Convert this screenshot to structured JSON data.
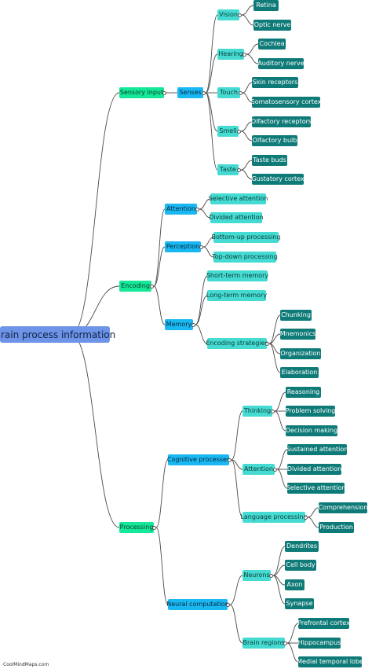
{
  "mindmap": {
    "root": "Brain process information",
    "watermark": "CoolMindMaps.com",
    "colors": {
      "root": "#6e94e8",
      "level1": "#15e898",
      "level2": "#1ab8f3",
      "level3": "#46dbd2",
      "leaf": "#0f7b78",
      "edge": "#4a4a4a"
    },
    "nodes": [
      {
        "id": "root",
        "label": "Brain process information"
      },
      {
        "id": "sensory",
        "label": "Sensory input"
      },
      {
        "id": "senses",
        "label": "Senses"
      },
      {
        "id": "vision",
        "label": "Vision"
      },
      {
        "id": "retina",
        "label": "Retina"
      },
      {
        "id": "optic",
        "label": "Optic nerve"
      },
      {
        "id": "hearing",
        "label": "Hearing"
      },
      {
        "id": "cochlea",
        "label": "Cochlea"
      },
      {
        "id": "auditory",
        "label": "Auditory nerve"
      },
      {
        "id": "touch",
        "label": "Touch"
      },
      {
        "id": "skin",
        "label": "Skin receptors"
      },
      {
        "id": "soma",
        "label": "Somatosensory cortex"
      },
      {
        "id": "smell",
        "label": "Smell"
      },
      {
        "id": "olfrec",
        "label": "Olfactory receptors"
      },
      {
        "id": "olfbulb",
        "label": "Olfactory bulb"
      },
      {
        "id": "taste",
        "label": "Taste"
      },
      {
        "id": "tastebuds",
        "label": "Taste buds"
      },
      {
        "id": "gustatory",
        "label": "Gustatory cortex"
      },
      {
        "id": "encoding",
        "label": "Encoding"
      },
      {
        "id": "attention1",
        "label": "Attention"
      },
      {
        "id": "selatt1",
        "label": "Selective attention"
      },
      {
        "id": "divatt",
        "label": "Divided attention"
      },
      {
        "id": "perception",
        "label": "Perception"
      },
      {
        "id": "bottomup",
        "label": "Bottom-up processing"
      },
      {
        "id": "topdown",
        "label": "Top-down processing"
      },
      {
        "id": "memory",
        "label": "Memory"
      },
      {
        "id": "stm",
        "label": "Short-term memory"
      },
      {
        "id": "ltm",
        "label": "Long-term memory"
      },
      {
        "id": "encstrat",
        "label": "Encoding strategies"
      },
      {
        "id": "chunking",
        "label": "Chunking"
      },
      {
        "id": "mnemonics",
        "label": "Mnemonics"
      },
      {
        "id": "organization",
        "label": "Organization"
      },
      {
        "id": "elaboration",
        "label": "Elaboration"
      },
      {
        "id": "processing",
        "label": "Processing"
      },
      {
        "id": "cogproc",
        "label": "Cognitive processes"
      },
      {
        "id": "thinking",
        "label": "Thinking"
      },
      {
        "id": "reasoning",
        "label": "Reasoning"
      },
      {
        "id": "problem",
        "label": "Problem solving"
      },
      {
        "id": "decision",
        "label": "Decision making"
      },
      {
        "id": "attention2",
        "label": "Attention"
      },
      {
        "id": "sustained",
        "label": "Sustained attention"
      },
      {
        "id": "divided2",
        "label": "Divided attention"
      },
      {
        "id": "selatt2",
        "label": "Selective attention"
      },
      {
        "id": "language",
        "label": "Language processing"
      },
      {
        "id": "comprehension",
        "label": "Comprehension"
      },
      {
        "id": "production",
        "label": "Production"
      },
      {
        "id": "neural",
        "label": "Neural computation"
      },
      {
        "id": "neurons",
        "label": "Neurons"
      },
      {
        "id": "dendrites",
        "label": "Dendrites"
      },
      {
        "id": "cellbody",
        "label": "Cell body"
      },
      {
        "id": "axon",
        "label": "Axon"
      },
      {
        "id": "synapse",
        "label": "Synapse"
      },
      {
        "id": "brainregions",
        "label": "Brain regions"
      },
      {
        "id": "prefrontal",
        "label": "Prefrontal cortex"
      },
      {
        "id": "hippocampus",
        "label": "Hippocampus"
      },
      {
        "id": "medialtemporal",
        "label": "Medial temporal lobe"
      }
    ],
    "edges": [
      [
        "root",
        "sensory"
      ],
      [
        "root",
        "encoding"
      ],
      [
        "root",
        "processing"
      ],
      [
        "sensory",
        "senses"
      ],
      [
        "senses",
        "vision"
      ],
      [
        "senses",
        "hearing"
      ],
      [
        "senses",
        "touch"
      ],
      [
        "senses",
        "smell"
      ],
      [
        "senses",
        "taste"
      ],
      [
        "vision",
        "retina"
      ],
      [
        "vision",
        "optic"
      ],
      [
        "hearing",
        "cochlea"
      ],
      [
        "hearing",
        "auditory"
      ],
      [
        "touch",
        "skin"
      ],
      [
        "touch",
        "soma"
      ],
      [
        "smell",
        "olfrec"
      ],
      [
        "smell",
        "olfbulb"
      ],
      [
        "taste",
        "tastebuds"
      ],
      [
        "taste",
        "gustatory"
      ],
      [
        "encoding",
        "attention1"
      ],
      [
        "encoding",
        "perception"
      ],
      [
        "encoding",
        "memory"
      ],
      [
        "attention1",
        "selatt1"
      ],
      [
        "attention1",
        "divatt"
      ],
      [
        "perception",
        "bottomup"
      ],
      [
        "perception",
        "topdown"
      ],
      [
        "memory",
        "stm"
      ],
      [
        "memory",
        "ltm"
      ],
      [
        "memory",
        "encstrat"
      ],
      [
        "encstrat",
        "chunking"
      ],
      [
        "encstrat",
        "mnemonics"
      ],
      [
        "encstrat",
        "organization"
      ],
      [
        "encstrat",
        "elaboration"
      ],
      [
        "processing",
        "cogproc"
      ],
      [
        "processing",
        "neural"
      ],
      [
        "cogproc",
        "thinking"
      ],
      [
        "cogproc",
        "attention2"
      ],
      [
        "cogproc",
        "language"
      ],
      [
        "thinking",
        "reasoning"
      ],
      [
        "thinking",
        "problem"
      ],
      [
        "thinking",
        "decision"
      ],
      [
        "attention2",
        "sustained"
      ],
      [
        "attention2",
        "divided2"
      ],
      [
        "attention2",
        "selatt2"
      ],
      [
        "language",
        "comprehension"
      ],
      [
        "language",
        "production"
      ],
      [
        "neural",
        "neurons"
      ],
      [
        "neural",
        "brainregions"
      ],
      [
        "neurons",
        "dendrites"
      ],
      [
        "neurons",
        "cellbody"
      ],
      [
        "neurons",
        "axon"
      ],
      [
        "neurons",
        "synapse"
      ],
      [
        "brainregions",
        "prefrontal"
      ],
      [
        "brainregions",
        "hippocampus"
      ],
      [
        "brainregions",
        "medialtemporal"
      ]
    ]
  }
}
